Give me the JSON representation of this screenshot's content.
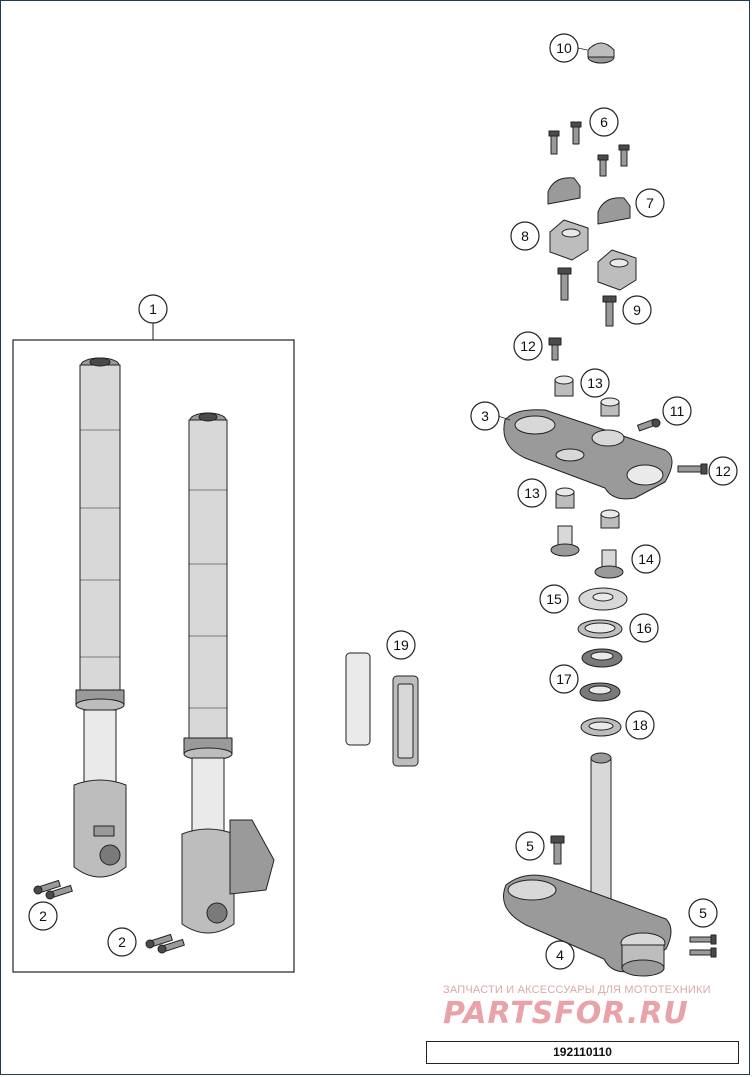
{
  "diagram": {
    "number": "192110110",
    "callouts": [
      "1",
      "2",
      "2",
      "3",
      "4",
      "5",
      "5",
      "6",
      "7",
      "8",
      "9",
      "10",
      "11",
      "12",
      "12",
      "13",
      "13",
      "14",
      "15",
      "16",
      "17",
      "18",
      "19"
    ]
  },
  "watermark": {
    "subtitle": "ЗАПЧАСТИ И АКСЕССУАРЫ ДЛЯ МОТОТЕХНИКИ",
    "brand": "PARTSFOR.RU"
  },
  "parts": [
    {
      "ref": "1",
      "name": "fork-assembly-icon"
    },
    {
      "ref": "2",
      "name": "axle-clamp-bolts-icon"
    },
    {
      "ref": "3",
      "name": "upper-triple-clamp-icon"
    },
    {
      "ref": "4",
      "name": "lower-triple-clamp-steering-stem-icon"
    },
    {
      "ref": "5",
      "name": "clamp-bolts-icon"
    },
    {
      "ref": "6",
      "name": "handlebar-clamp-bolts-icon"
    },
    {
      "ref": "7",
      "name": "handlebar-clamp-upper-icon"
    },
    {
      "ref": "8",
      "name": "handlebar-riser-icon"
    },
    {
      "ref": "9",
      "name": "riser-bolt-icon"
    },
    {
      "ref": "10",
      "name": "steering-stem-cap-icon"
    },
    {
      "ref": "11",
      "name": "pinch-bolt-icon"
    },
    {
      "ref": "12",
      "name": "bolt-icon"
    },
    {
      "ref": "13",
      "name": "rubber-bushing-icon"
    },
    {
      "ref": "14",
      "name": "bushing-sleeve-icon"
    },
    {
      "ref": "15",
      "name": "dust-cover-icon"
    },
    {
      "ref": "16",
      "name": "seal-ring-icon"
    },
    {
      "ref": "17",
      "name": "steering-bearing-icon"
    },
    {
      "ref": "18",
      "name": "lower-seal-ring-icon"
    },
    {
      "ref": "19",
      "name": "fork-protector-pads-icon"
    }
  ]
}
